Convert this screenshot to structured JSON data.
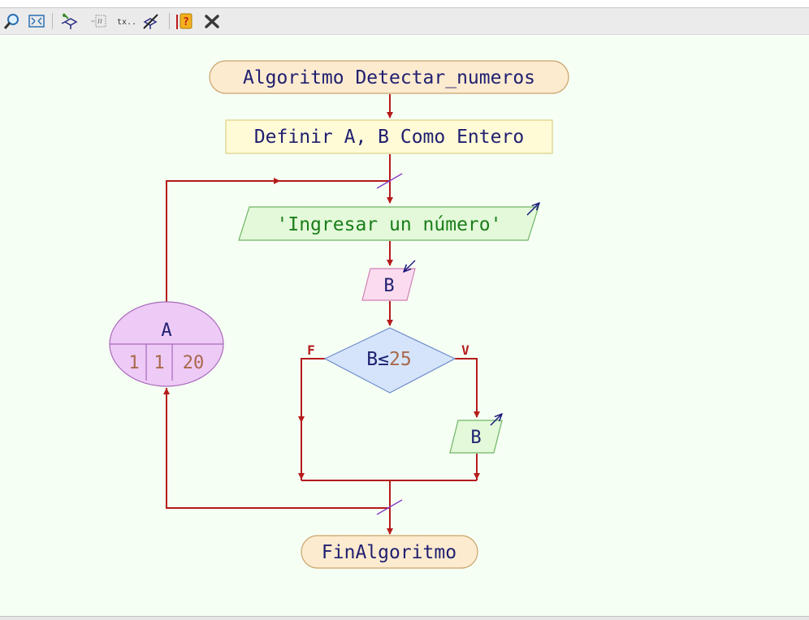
{
  "toolbar": {
    "items": [
      {
        "name": "zoom-icon"
      },
      {
        "name": "fit-view-icon"
      },
      {
        "name": "flowchart-style-icon"
      },
      {
        "name": "comments-icon"
      },
      {
        "name": "text-font-icon"
      },
      {
        "name": "edit-flowchart-icon"
      },
      {
        "name": "help-icon"
      },
      {
        "name": "close-icon"
      }
    ]
  },
  "diagram": {
    "start_label": "Algoritmo Detectar_numeros",
    "define_label": "Definir A, B Como Entero",
    "output_prompt": "'Ingresar un número'",
    "read_var": "B",
    "condition_var": "B≤",
    "condition_value": "25",
    "false_label": "F",
    "true_label": "V",
    "output_var": "B",
    "loop_var": "A",
    "loop_start": "1",
    "loop_step": "1",
    "loop_end": "20",
    "end_label": "FinAlgoritmo"
  },
  "colors": {
    "terminal_fill": "#fdebd0",
    "terminal_stroke": "#c9a36a",
    "define_fill": "#fffbd7",
    "define_stroke": "#dccf86",
    "output_fill": "#e3f9d9",
    "output_stroke": "#6fb465",
    "input_fill": "#fbdcef",
    "input_stroke": "#d081b5",
    "decision_fill": "#d5e4fb",
    "decision_stroke": "#6d8ccb",
    "loop_fill": "#eecaf7",
    "loop_stroke": "#a76bbb",
    "arrow": "#b51b1b",
    "text": "#202070",
    "string_text": "#1b7d1b",
    "number_text": "#a8684a",
    "io_arrow": "#1a1a7a",
    "bypass_mark": "#8a3fc7"
  }
}
